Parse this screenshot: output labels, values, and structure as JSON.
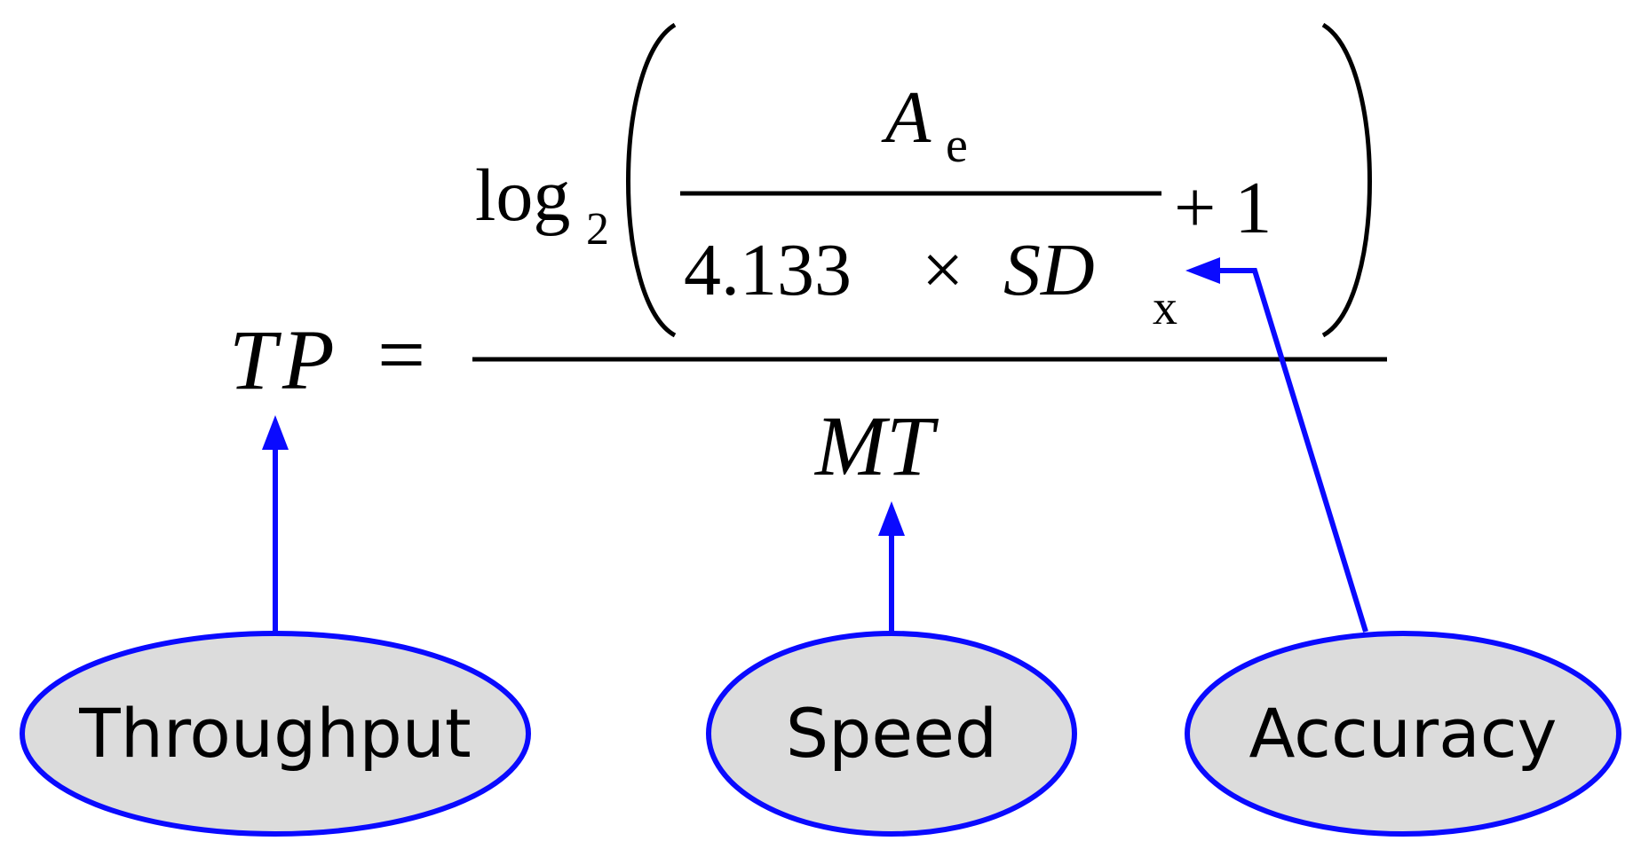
{
  "formula": {
    "lhs_T": "T",
    "lhs_P": "P",
    "equals": "=",
    "log": "log",
    "log_base": "2",
    "ae_A": "A",
    "ae_sub": "e",
    "coef": "4.133",
    "times": "×",
    "sd": "SD",
    "sd_sub": "x",
    "plus_one": "+ 1",
    "mt": "MT"
  },
  "concepts": {
    "throughput": "Throughput",
    "speed": "Speed",
    "accuracy": "Accuracy"
  },
  "colors": {
    "arrow": "#0a0aff",
    "ellipse_fill": "#dcdcdc",
    "ellipse_stroke": "#0a0aff",
    "ink": "#000000"
  }
}
